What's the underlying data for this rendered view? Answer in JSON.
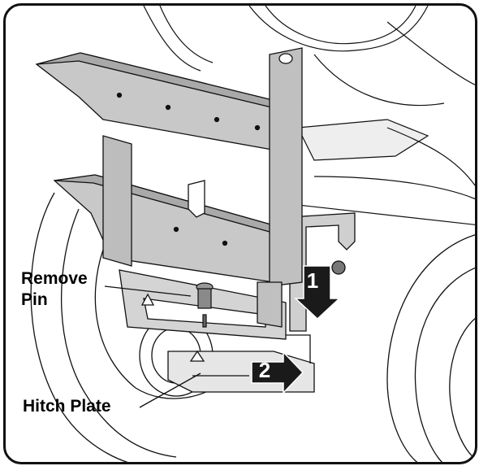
{
  "callouts": {
    "remove_pin_line1": "Remove",
    "remove_pin_line2": "Pin",
    "hitch_plate": "Hitch Plate"
  },
  "steps": {
    "step1": "1",
    "step2": "2"
  },
  "colors": {
    "line": "#111111",
    "metal": "#c8c8c8",
    "metal_dark": "#a9a9a9",
    "arrow": "#1a1a1a"
  }
}
